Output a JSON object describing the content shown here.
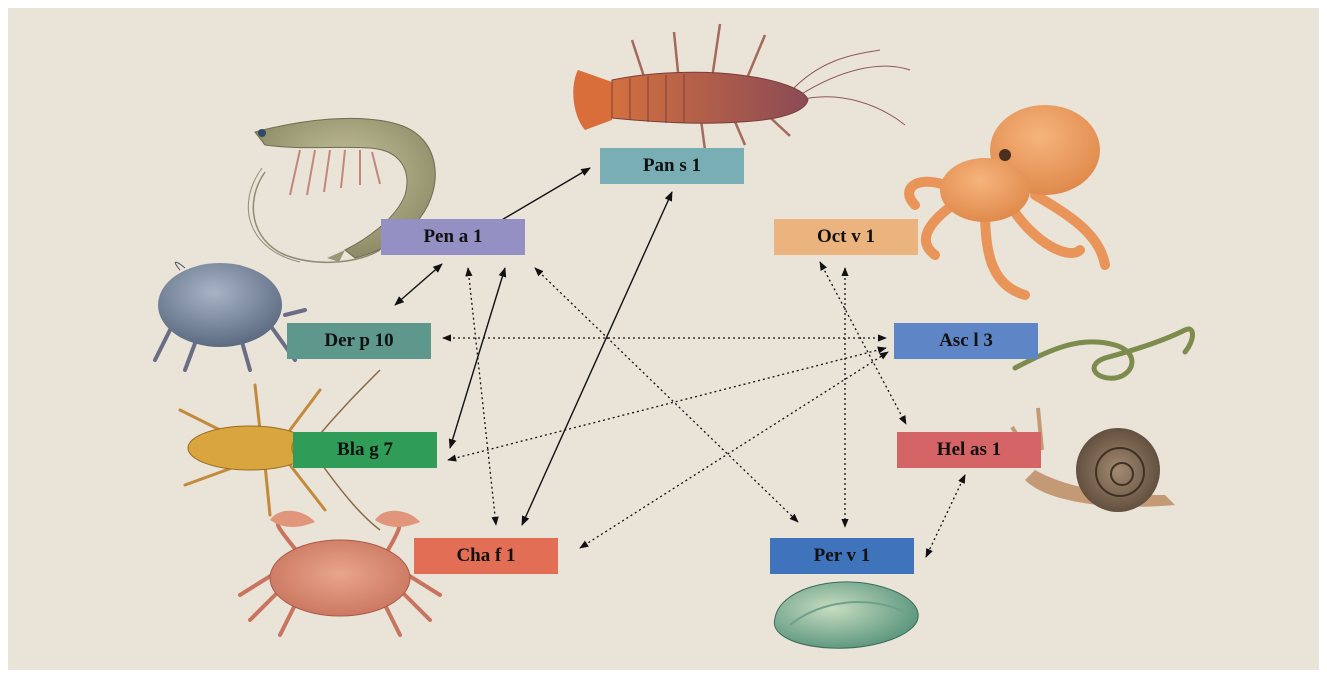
{
  "allergens": [
    {
      "id": "pan_s_1",
      "label": "Pan s 1",
      "organism": "lobster",
      "color": "#7aaeb5"
    },
    {
      "id": "pen_a_1",
      "label": "Pen a 1",
      "organism": "shrimp",
      "color": "#9490c4"
    },
    {
      "id": "oct_v_1",
      "label": "Oct v 1",
      "organism": "octopus",
      "color": "#ebb37e"
    },
    {
      "id": "der_p_10",
      "label": "Der p 10",
      "organism": "dust-mite",
      "color": "#5e978c"
    },
    {
      "id": "asc_l_3",
      "label": "Asc l 3",
      "organism": "roundworm",
      "color": "#5e86c7"
    },
    {
      "id": "bla_g_7",
      "label": "Bla g 7",
      "organism": "cockroach",
      "color": "#2f9d57"
    },
    {
      "id": "hel_as_1",
      "label": "Hel as 1",
      "organism": "snail",
      "color": "#d46465"
    },
    {
      "id": "cha_f_1",
      "label": "Cha f 1",
      "organism": "crab",
      "color": "#e36e56"
    },
    {
      "id": "per_v_1",
      "label": "Per v 1",
      "organism": "mussel",
      "color": "#3f74bd"
    }
  ],
  "links": [
    {
      "from": "pen_a_1",
      "to": "pan_s_1",
      "style": "solid"
    },
    {
      "from": "pen_a_1",
      "to": "der_p_10",
      "style": "solid"
    },
    {
      "from": "pen_a_1",
      "to": "bla_g_7",
      "style": "solid"
    },
    {
      "from": "pen_a_1",
      "to": "cha_f_1",
      "style": "dotted"
    },
    {
      "from": "pen_a_1",
      "to": "per_v_1",
      "style": "dotted"
    },
    {
      "from": "pan_s_1",
      "to": "cha_f_1",
      "style": "solid"
    },
    {
      "from": "der_p_10",
      "to": "asc_l_3",
      "style": "dotted"
    },
    {
      "from": "bla_g_7",
      "to": "asc_l_3",
      "style": "dotted"
    },
    {
      "from": "cha_f_1",
      "to": "asc_l_3",
      "style": "dotted"
    },
    {
      "from": "oct_v_1",
      "to": "per_v_1",
      "style": "dotted"
    },
    {
      "from": "oct_v_1",
      "to": "hel_as_1",
      "style": "dotted"
    },
    {
      "from": "hel_as_1",
      "to": "per_v_1",
      "style": "dotted"
    }
  ],
  "colors": {
    "background": "#e9e3d8",
    "arrow": "#111111"
  }
}
